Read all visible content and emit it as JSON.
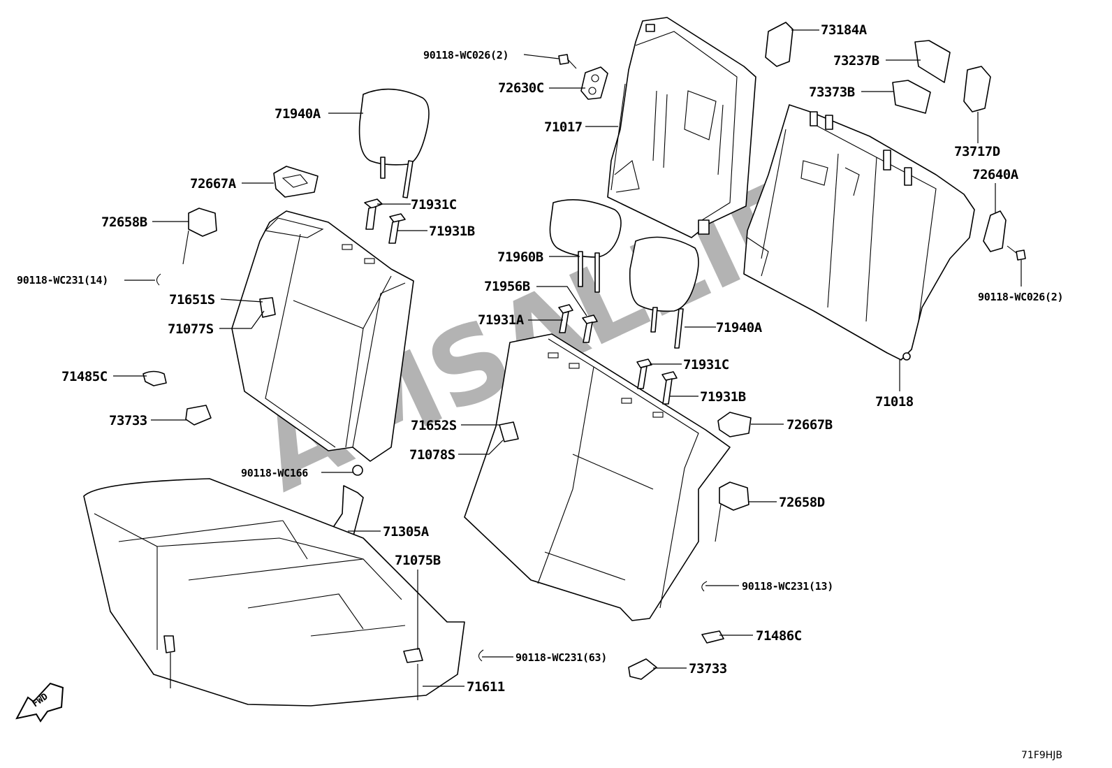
{
  "diagram": {
    "diagram_code": "71F9HJB",
    "watermark": "AMSALLIED",
    "fwd_label": "FWD",
    "parts": {
      "p_90118_wc026_top": "90118-WC026(2)",
      "p_72630C": "72630C",
      "p_71940A_left": "71940A",
      "p_71017": "71017",
      "p_73184A": "73184A",
      "p_73237B": "73237B",
      "p_73373B": "73373B",
      "p_73717D": "73717D",
      "p_72640A": "72640A",
      "p_90118_wc026_right": "90118-WC026(2)",
      "p_72667A": "72667A",
      "p_71931C_left": "71931C",
      "p_71931B_left": "71931B",
      "p_72658B": "72658B",
      "p_90118_wc231_14": "90118-WC231(14)",
      "p_71960B": "71960B",
      "p_71956B": "71956B",
      "p_71931A": "71931A",
      "p_71651S": "71651S",
      "p_71077S": "71077S",
      "p_71940A_right": "71940A",
      "p_71931C_right": "71931C",
      "p_71931B_right": "71931B",
      "p_71018": "71018",
      "p_71485C": "71485C",
      "p_73733_left": "73733",
      "p_71652S": "71652S",
      "p_71078S": "71078S",
      "p_72667B": "72667B",
      "p_90118_wc166": "90118-WC166",
      "p_72658D": "72658D",
      "p_71305A": "71305A",
      "p_71075B": "71075B",
      "p_90118_wc231_13": "90118-WC231(13)",
      "p_71486C": "71486C",
      "p_90118_wc231_63": "90118-WC231(63)",
      "p_73733_right": "73733",
      "p_71611": "71611"
    }
  }
}
